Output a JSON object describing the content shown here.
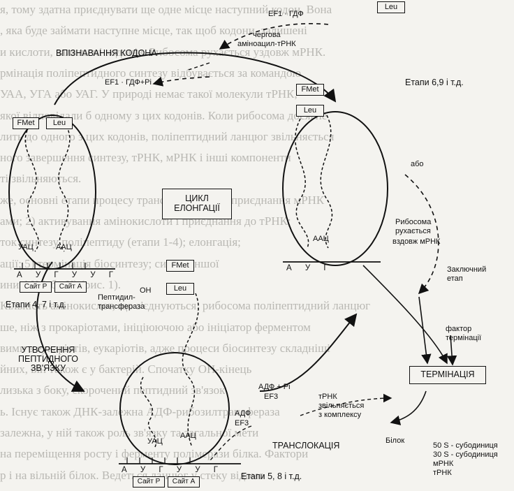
{
  "background_text": [
    "я, тому здатна приєднувати ще одне місце наступний кодон. Вона",
    ", яка буде займати наступне місце, так щоб кодони, залишені",
    "и кислоти, залишені кодонів. Рибосома рухається уздовж мРНК.",
    "рмінація поліпептидного синтезу відбувається за командою",
    "УАА, УГА або УАГ. У природі немає такої молекули тРНК,",
    "якої відповідали б одному з цих кодонів. Коли рибосома досягне",
    "лить до одного з цих кодонів, поліпептидний ланцюг звільняється",
    "ного завершення синтезу, тРНК, мРНК і інші компоненти",
    "ті звільняються.",
    "же, основні етапи процесу трансляції такі: 1) приєднання мРНК",
    "ами; 2) активування амінокислоти і приєднання до тРНК;",
    "ток синтезу поліпептиду (етапи 1-4); елонгація;",
    "ації; 5) термінація біосинтезу; синтез іншої",
    "ини АК (або К) (рис. 1).",
    "Кількість амінокислот, що з'єднуються, рибосома поліпептидний ланцюг",
    "ше, ніж з прокаріотами, ініціюючою або ініціатор ферментом",
    "вими з еукаріотів, еукаріотів, адже процеси біосинтезу складніші",
    "йних, він також є у бактерій. Спочатку ОН-кінець",
    "лизька з боку, скорочений пептидний зв'язок",
    "ь. Існує також ДНК-залежна АДФ-рибозилтрансфераза",
    "залежна, у ній також роль зв'язку та загальної мети",
    "на переміщення росту і ферменту полімерази білка. Фактори",
    "р і на вільній білок. Ведеться ланцюг у стеку відомо"
  ],
  "title_box": [
    "ЦИКЛ",
    "ЕЛОНГАЦІЇ"
  ],
  "labels": {
    "ef1_gdf": "EF1 · ГДФ",
    "next_trna_1": "чергова",
    "next_trna_2": "аміноацил-тРНК",
    "codon_recog": "ВПІЗНАВАННЯ КОДОНА",
    "ef1_gdf_pi": "EF1 · ГДФ+Pi",
    "stages_69": "Етапи 6,9 і т.д.",
    "or": "або",
    "ribo_moves_1": "Рибосома",
    "ribo_moves_2": "рухається",
    "along_mrna": "вздовж мРНК",
    "final_stage_1": "Заключний",
    "final_stage_2": "етап",
    "stages_47": "Етапи 4, 7 і т.д.",
    "peptidyl_1": "Пептидил-",
    "peptidyl_2": "трансфераза",
    "oh": "ОН",
    "bond_1": "УТВОРЕННЯ",
    "bond_2": "ПЕПТИДНОГО",
    "bond_3": "ЗВ'ЯЗКУ",
    "adf_pi": "АДФ + Pi",
    "ef3": "EF3",
    "trna_free": "тРНК",
    "released_1": "звільняється",
    "released_2": "з комплексу",
    "adf": "АДФ",
    "ef3b": "EF3",
    "translocation": "ТРАНСЛОКАЦІЯ",
    "protein": "Білок",
    "stages_58": "Етапи 5, 8 і т.д.",
    "factor_1": "фактор",
    "factor_2": "термінації",
    "termination": "ТЕРМІНАЦІЯ",
    "sub50": "50 S - субодиниця",
    "sub30": "30 S - субодиниця",
    "mrna": "мРНК",
    "trna": "тРНК"
  },
  "amino": {
    "fmet": "FMet",
    "leu": "Leu"
  },
  "anticodons": {
    "uac": "УАЦ",
    "aac": "ААЦ"
  },
  "codons": "А У Г У У Г",
  "codons_right": "А У Г",
  "sites": {
    "p": "Сайт Р",
    "a": "Сайт А"
  }
}
